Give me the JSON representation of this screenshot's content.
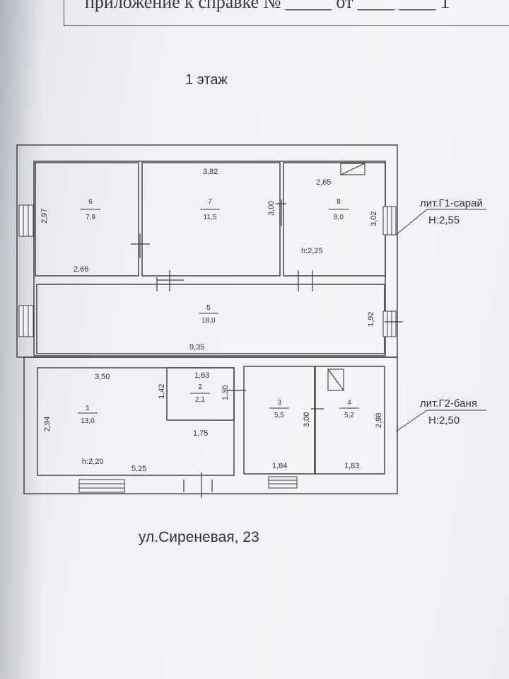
{
  "header": {
    "text": "приложение к справке № _____ от ____ ____ 1"
  },
  "floor_title": "1 этаж",
  "address": "ул.Сиреневая, 23",
  "rooms": [
    {
      "num": "6",
      "area": "7,9"
    },
    {
      "num": "7",
      "area": "11,5"
    },
    {
      "num": "8",
      "area": "8,0"
    },
    {
      "num": "5",
      "area": "18,0"
    },
    {
      "num": "1",
      "area": "13,0"
    },
    {
      "num": "2",
      "area": "2,1"
    },
    {
      "num": "3",
      "area": "5,5"
    },
    {
      "num": "4",
      "area": "5,2"
    }
  ],
  "dimensions": {
    "d382": "3,82",
    "d265": "2,65",
    "d297": "2,97",
    "d300a": "3,00",
    "d302": "3,02",
    "d266": "2,66",
    "h225": "h:2,25",
    "d192": "1,92",
    "d935": "9,35",
    "d350": "3,50",
    "d163": "1,63",
    "d142": "1,42",
    "d130": "1,30",
    "d294": "2,94",
    "d175": "1,75",
    "d300b": "3,00",
    "d298": "2,98",
    "h220": "h:2,20",
    "d525": "5,25",
    "d184": "1,84",
    "d183": "1,83"
  },
  "annotations": {
    "g1_name": "лит.Г1-сарай",
    "g1_height": "H:2,55",
    "g2_name": "лит.Г2-баня",
    "g2_height": "H:2,50"
  },
  "colors": {
    "line": "#3c3c3c",
    "text": "#333333",
    "paper": "#f2f3f6"
  }
}
